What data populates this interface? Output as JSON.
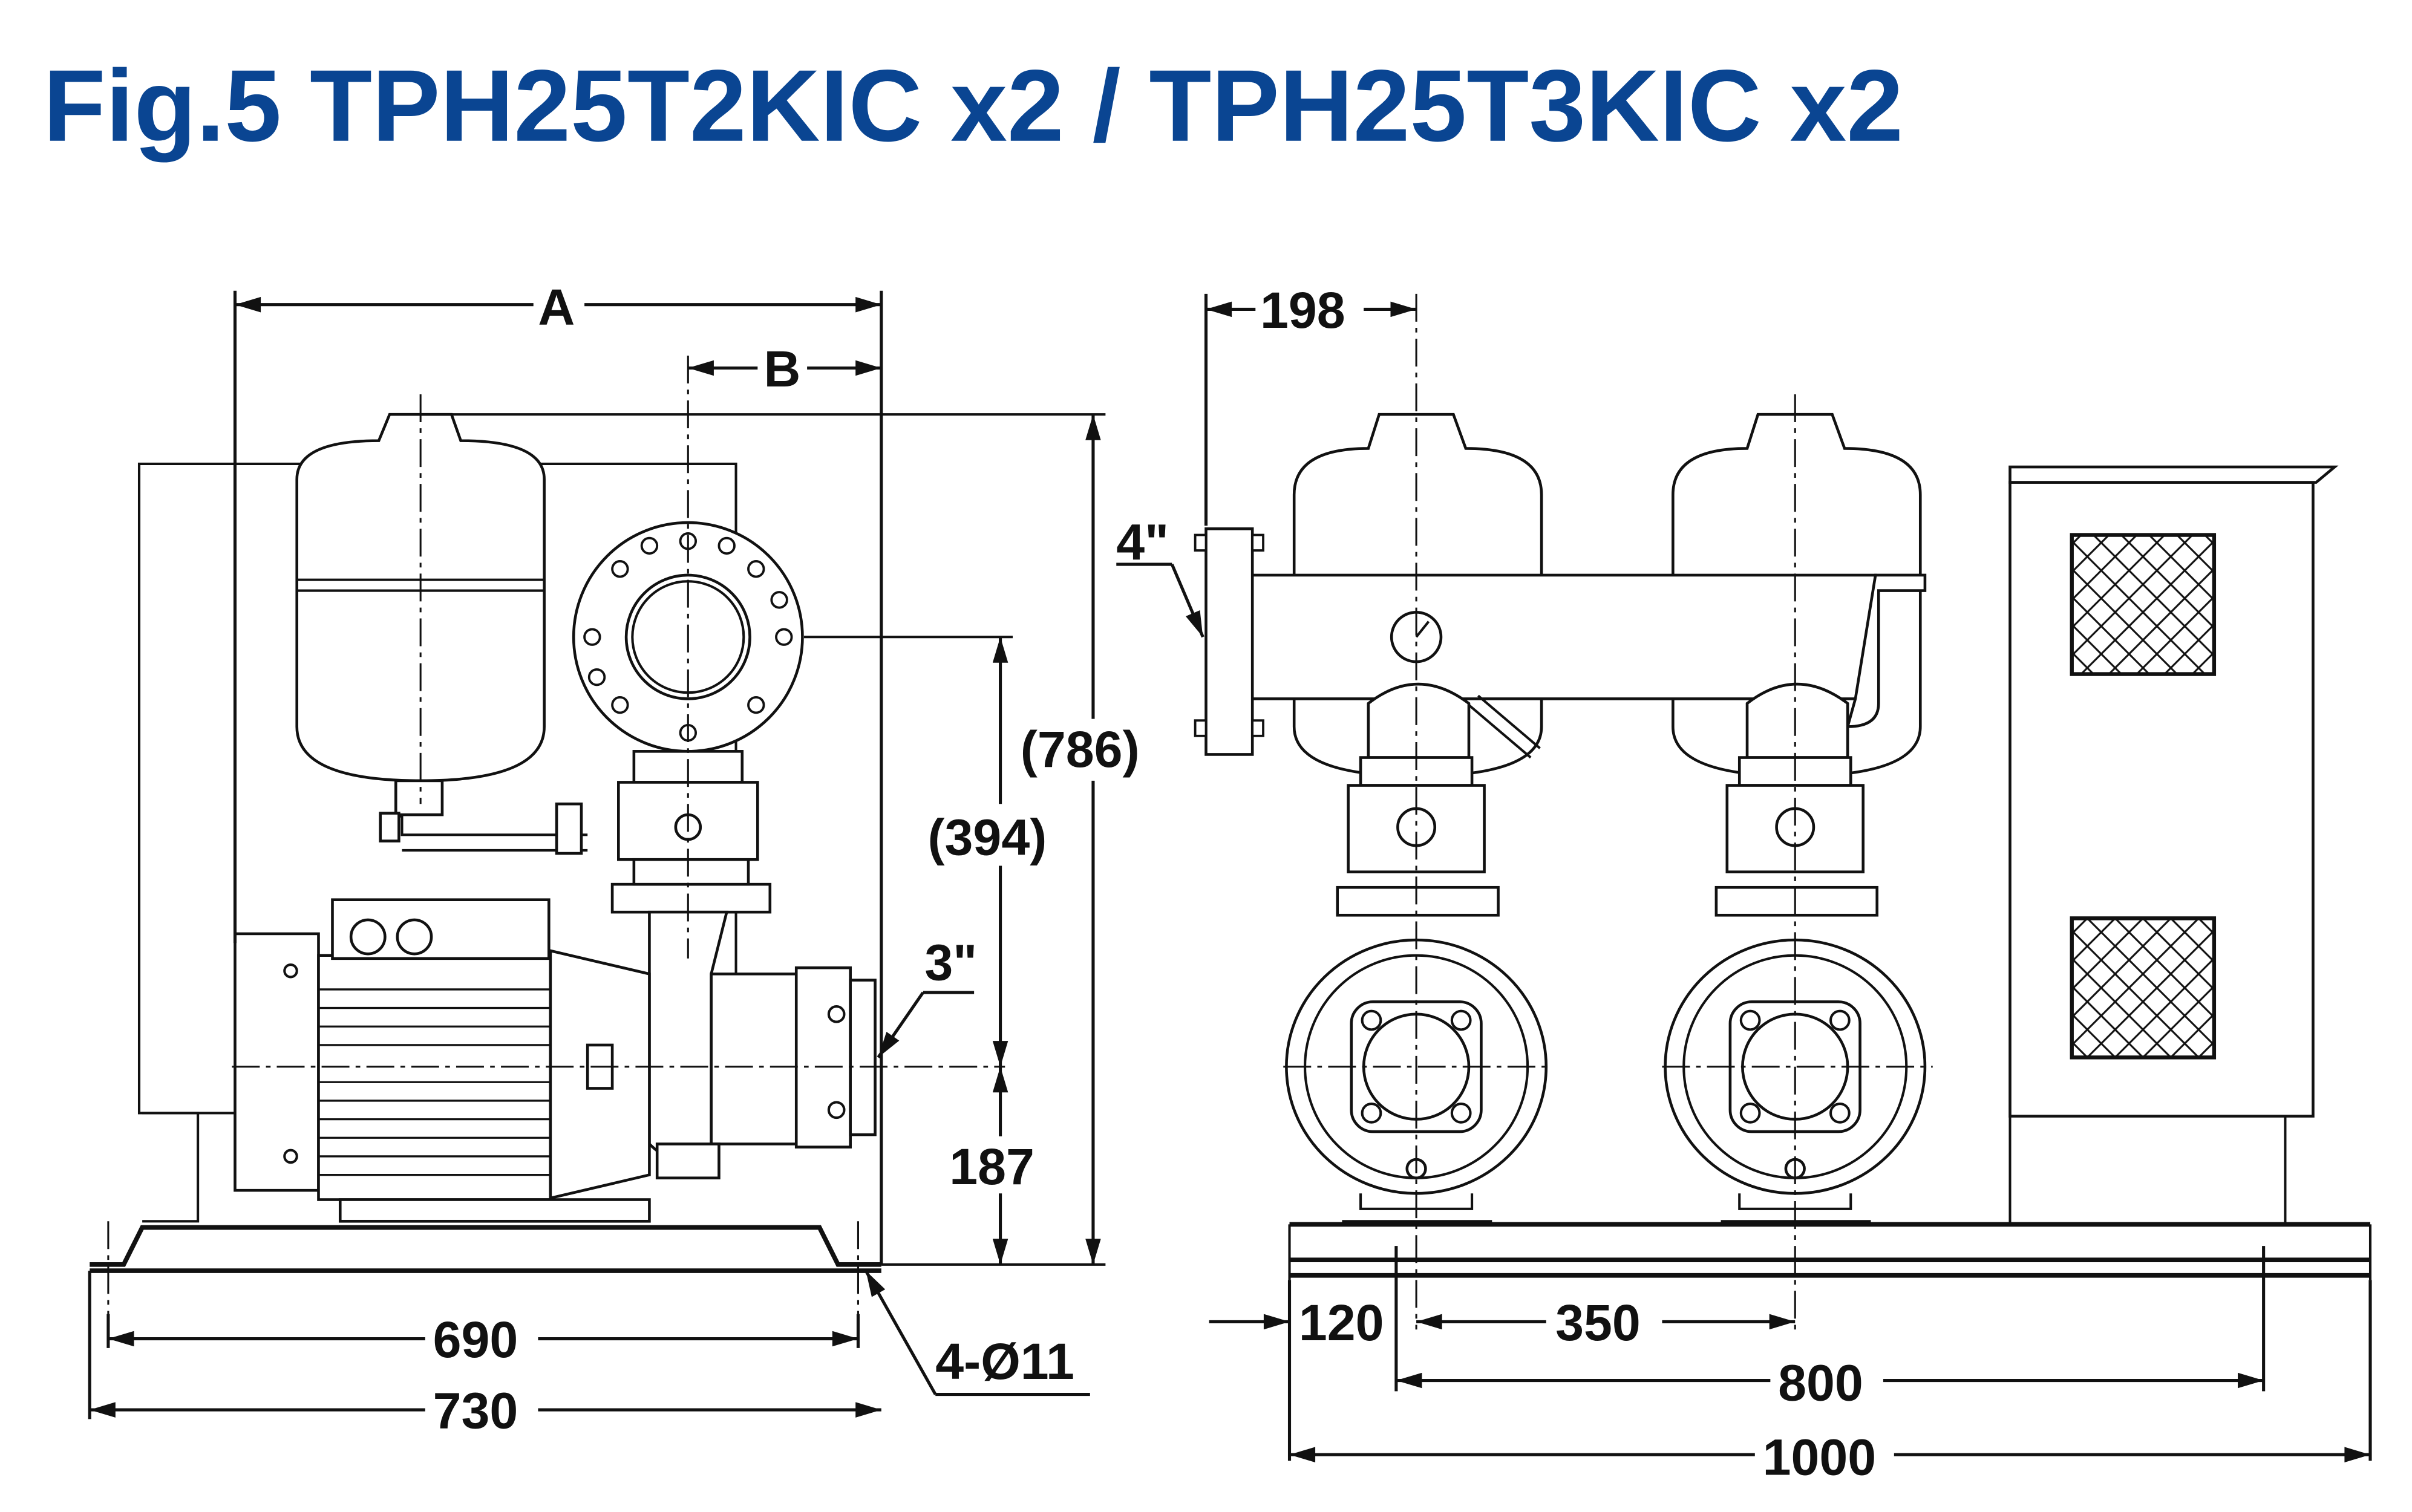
{
  "title": "Fig.5  TPH25T2KIC x2 / TPH25T3KIC x2",
  "side_view": {
    "dim_A": "A",
    "dim_B": "B",
    "dim_height_total": "(786)",
    "dim_height_outlet": "(394)",
    "dim_inlet_size": "3\"",
    "dim_inlet_height": "187",
    "dim_base_holes": "690",
    "dim_base_width": "730",
    "dim_mount_holes": "4-Ø11"
  },
  "front_view": {
    "dim_manifold_offset": "198",
    "dim_manifold_size": "4\"",
    "dim_edge_to_hole": "120",
    "dim_pump_spacing": "350",
    "dim_hole_span": "800",
    "dim_base_length": "1000"
  },
  "colors": {
    "title": "#0a4592",
    "lines": "#111111"
  }
}
